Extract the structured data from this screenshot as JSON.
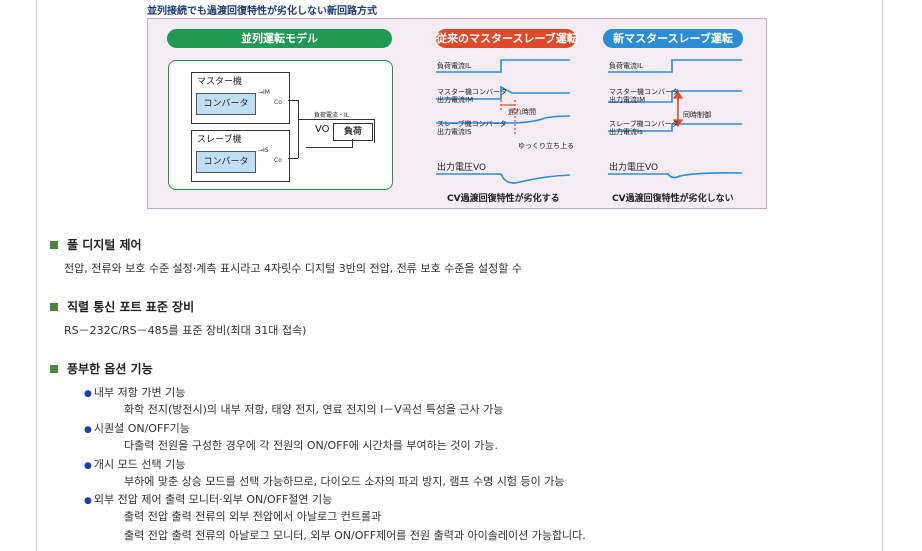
{
  "figure": {
    "caption": "並列接続でも過渡回復特性が劣化しない新回路方式",
    "model_title": "並列運転モデル",
    "old_title": "従来のマスタースレーブ運転",
    "new_title": "新マスタースレーブ運転",
    "circuit": {
      "master_label": "マスター機",
      "slave_label": "スレーブ機",
      "converter": "コンバータ",
      "im": "→IM",
      "is": "→IS",
      "co": "Co",
      "load_current": "負荷電流・IL",
      "vo": "VO",
      "load": "負荷"
    },
    "old_waves": {
      "load_current": "負荷電流IL",
      "master_line1": "マスター機コンバータ",
      "master_line2": "出力電流IM",
      "slave_line1": "スレーブ機コンバータ",
      "slave_line2": "出力電流IS",
      "delay": "遅れ時間",
      "slow_rise": "ゆっくり立ち上る",
      "voltage": "出力電圧VO",
      "caption": "CV過渡回復特性が劣化する"
    },
    "new_waves": {
      "load_current": "負荷電流IL",
      "master_line1": "マスター機コンバータ",
      "master_line2": "出力電流IM",
      "slave_line1": "スレーブ機コンバータ",
      "slave_line2": "出力電流Is",
      "sync": "同時制御",
      "voltage": "出力電圧VO",
      "caption": "CV過渡回復特性が劣化しない"
    }
  },
  "sections": [
    {
      "heading": "풀 디지털 제어",
      "body": "전압, 전류와 보호 수준 설정·계측 표시라고 4자릿수 디지털 3반의 전압, 전류 보호 수준을 설정할 수"
    },
    {
      "heading": "직렬 통신 포트 표준 장비",
      "body": "RS－232C/RS－485를 표준 장비(최대 31대 접속)"
    },
    {
      "heading": "풍부한 옵션 기능",
      "items": [
        {
          "title": "내부 저항 가변 기능",
          "lines": [
            "화학 전지(방전시)의 내부 저항, 태양 전지, 연료 전지의 I－V곡선 특성을 근사 가능"
          ]
        },
        {
          "title": "시퀀셜 ON/OFF기능",
          "lines": [
            "다출력 전원을 구성한 경우에 각 전원의 ON/OFF에 시간차를 부여하는 것이 가능."
          ]
        },
        {
          "title": "개시 모드 선택 기능",
          "lines": [
            "부하에 맞춘 상승 모드를 선택 가능하므로, 다이오드 소자의 파괴 방지, 램프 수명 시험 등이 가능"
          ]
        },
        {
          "title": "외부 전압 제어 출력 모니터·외부 ON/OFF절연 기능",
          "lines": [
            "출력 전압 출력 전류의 외부 전압에서 아날로그 컨트롤과",
            "출력 전압 출력 전류의 아날로그 모니터, 외부 ON/OFF제어를 전원 출력과 아이솔레이션 가능합니다."
          ]
        }
      ]
    }
  ]
}
